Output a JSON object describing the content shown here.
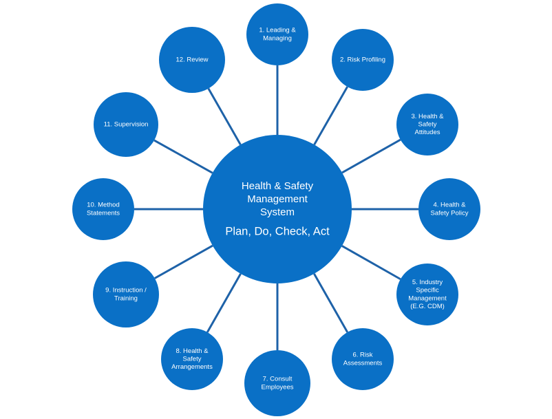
{
  "colors": {
    "node_fill": "#0a70c6",
    "spoke": "#1e62a8",
    "text": "#ffffff",
    "background": "#ffffff"
  },
  "center": {
    "line1": "Health  & Safety",
    "line2": "Management",
    "line3": "System",
    "line4": "Plan, Do, Check, Act"
  },
  "nodes": [
    {
      "id": "leading-managing",
      "lines": [
        "1. Leading &",
        "Managing"
      ]
    },
    {
      "id": "risk-profiling",
      "lines": [
        "2. Risk Profiling"
      ]
    },
    {
      "id": "health-safety-attitudes",
      "lines": [
        "3. Health &",
        "Safety",
        "Attitudes"
      ]
    },
    {
      "id": "health-safety-policy",
      "lines": [
        "4. Health &",
        "Safety Policy"
      ]
    },
    {
      "id": "industry-specific-management",
      "lines": [
        "5. Industry",
        "Specific",
        "Management",
        "(E.G. CDM)"
      ]
    },
    {
      "id": "risk-assessments",
      "lines": [
        "6. Risk",
        "Assessments"
      ]
    },
    {
      "id": "consult-employees",
      "lines": [
        "7. Consult",
        "Employees"
      ]
    },
    {
      "id": "health-safety-arrangements",
      "lines": [
        "8. Health &",
        "Safety",
        "Arrangements"
      ]
    },
    {
      "id": "instruction-training",
      "lines": [
        "9. Instruction /",
        "Training"
      ]
    },
    {
      "id": "method-statements",
      "lines": [
        "10. Method",
        "Statements"
      ]
    },
    {
      "id": "supervision",
      "lines": [
        "11. Supervision"
      ]
    },
    {
      "id": "review",
      "lines": [
        "12. Review"
      ]
    }
  ]
}
